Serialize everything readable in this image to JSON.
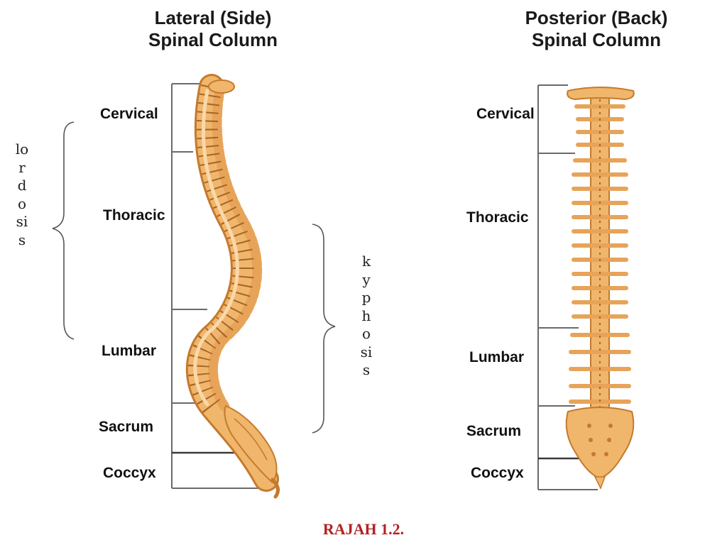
{
  "left_figure": {
    "title_line1": "Lateral (Side)",
    "title_line2": "Spinal Column",
    "labels": {
      "cervical": "Cervical",
      "thoracic": "Thoracic",
      "lumbar": "Lumbar",
      "sacrum": "Sacrum",
      "coccyx": "Coccyx"
    },
    "lordosis": "lordosis",
    "kyphosis": "kyphosis"
  },
  "right_figure": {
    "title_line1": "Posterior (Back)",
    "title_line2": "Spinal Column",
    "labels": {
      "cervical": "Cervical",
      "thoracic": "Thoracic",
      "lumbar": "Lumbar",
      "sacrum": "Sacrum",
      "coccyx": "Coccyx"
    }
  },
  "caption": "RAJAH 1.2.",
  "colors": {
    "bone": "#f0b66c",
    "bone_dark": "#c47a2c",
    "bone_light": "#f9d8a8",
    "caption": "#b22222"
  }
}
